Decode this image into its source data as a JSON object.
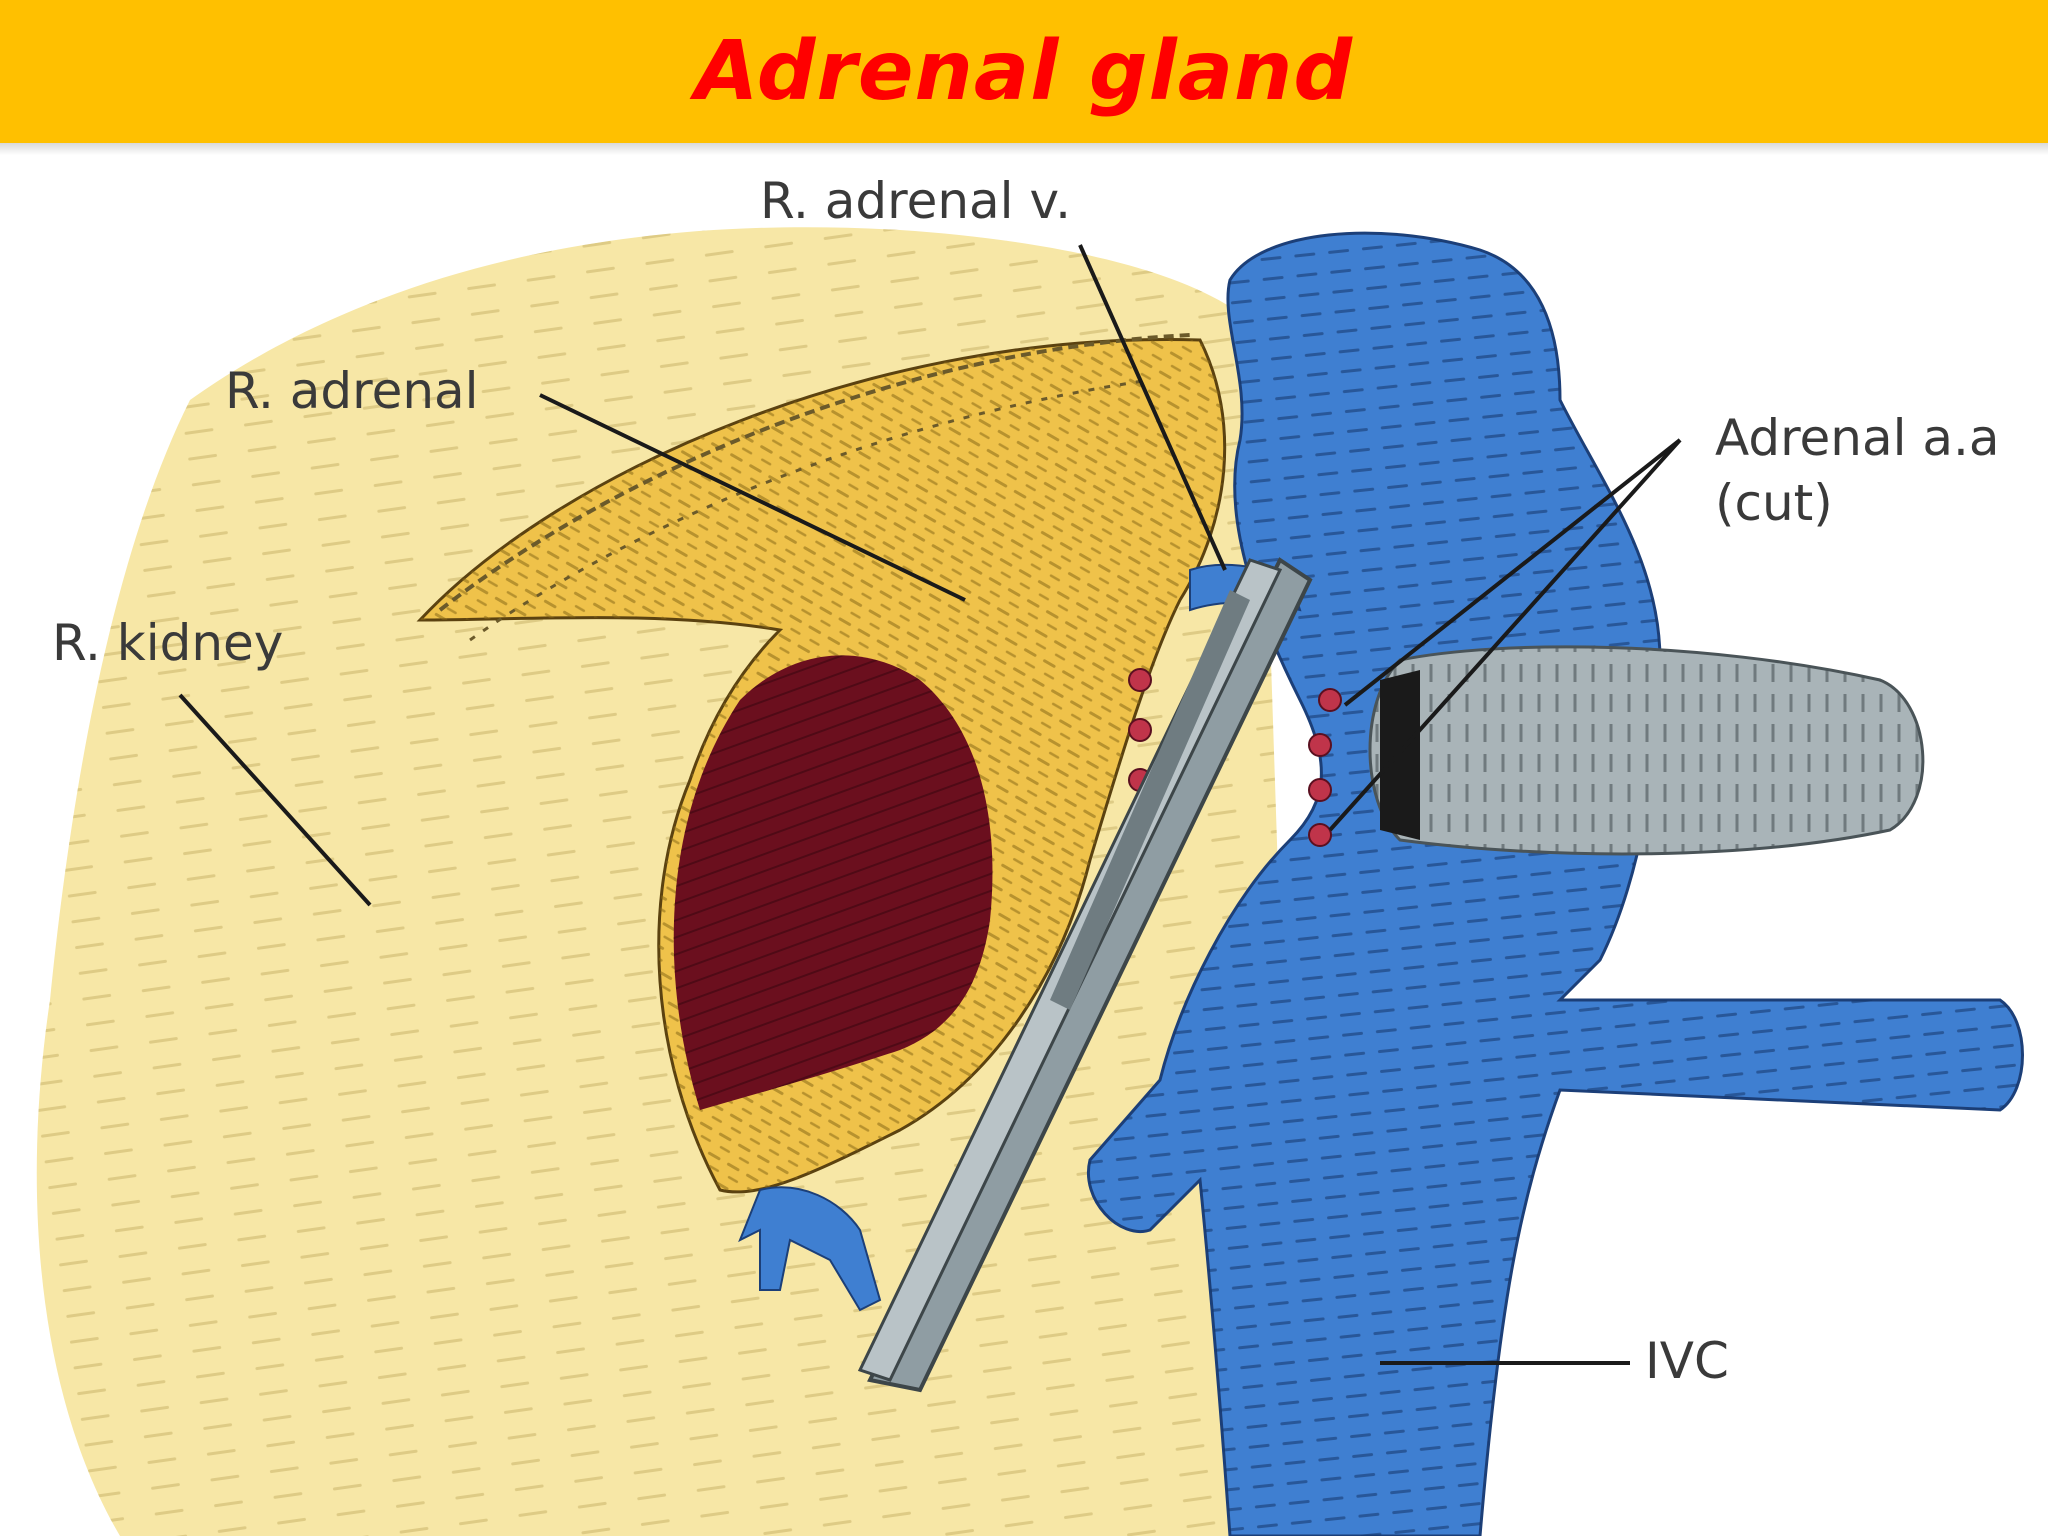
{
  "slide": {
    "title": "Adrenal gland",
    "header_color": "#FFC000",
    "title_color": "#FF0000"
  },
  "diagram": {
    "labels": {
      "adrenal_vein": "R. adrenal v.",
      "adrenal_gland": "R. adrenal",
      "adrenal_arteries_line1": "Adrenal a.a",
      "adrenal_arteries_line2": "(cut)",
      "kidney": "R. kidney",
      "ivc": "IVC"
    },
    "colors": {
      "kidney": "#F7E7A6",
      "adrenal": "#EFC24A",
      "hilum": "#6B0F1E",
      "ivc": "#3F7FD1",
      "clamp": "#8F9DA3",
      "retracted_tissue": "#A9B4B8",
      "artery_stumps": "#C0344A"
    }
  }
}
